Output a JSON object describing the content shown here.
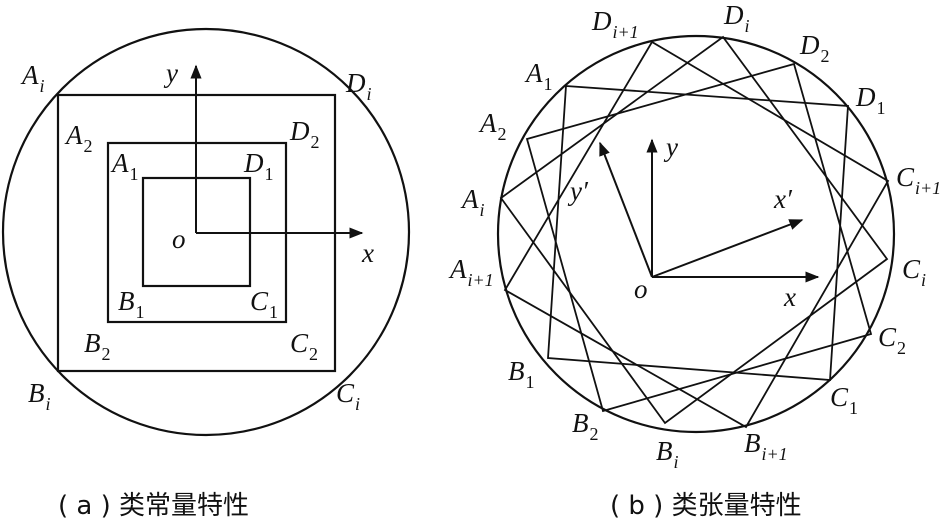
{
  "panel_a": {
    "caption": "( a ) 类常量特性",
    "labels": {
      "Ai": {
        "main": "A",
        "sub": "i"
      },
      "Di": {
        "main": "D",
        "sub": "i"
      },
      "Bi": {
        "main": "B",
        "sub": "i"
      },
      "Ci": {
        "main": "C",
        "sub": "i"
      },
      "A2": {
        "main": "A",
        "sub": "2"
      },
      "D2": {
        "main": "D",
        "sub": "2"
      },
      "B2": {
        "main": "B",
        "sub": "2"
      },
      "C2": {
        "main": "C",
        "sub": "2"
      },
      "A1": {
        "main": "A",
        "sub": "1"
      },
      "D1": {
        "main": "D",
        "sub": "1"
      },
      "B1": {
        "main": "B",
        "sub": "1"
      },
      "C1": {
        "main": "C",
        "sub": "1"
      }
    },
    "axis_x": "x",
    "axis_y": "y",
    "origin": "o"
  },
  "panel_b": {
    "caption": "( b ) 类张量特性",
    "labels": {
      "Di1": {
        "main": "D",
        "sub": "i+1"
      },
      "Di": {
        "main": "D",
        "sub": "i"
      },
      "D2": {
        "main": "D",
        "sub": "2"
      },
      "D1": {
        "main": "D",
        "sub": "1"
      },
      "A1": {
        "main": "A",
        "sub": "1"
      },
      "A2": {
        "main": "A",
        "sub": "2"
      },
      "Ai": {
        "main": "A",
        "sub": "i"
      },
      "Ai1": {
        "main": "A",
        "sub": "i+1"
      },
      "Ci1": {
        "main": "C",
        "sub": "i+1"
      },
      "Ci": {
        "main": "C",
        "sub": "i"
      },
      "C2": {
        "main": "C",
        "sub": "2"
      },
      "C1": {
        "main": "C",
        "sub": "1"
      },
      "B1": {
        "main": "B",
        "sub": "1"
      },
      "B2": {
        "main": "B",
        "sub": "2"
      },
      "Bi": {
        "main": "B",
        "sub": "i"
      },
      "Bi1": {
        "main": "B",
        "sub": "i+1"
      }
    },
    "axis_x": "x",
    "axis_y": "y",
    "axis_x_prime": "x′",
    "axis_y_prime": "y′",
    "origin": "o"
  }
}
